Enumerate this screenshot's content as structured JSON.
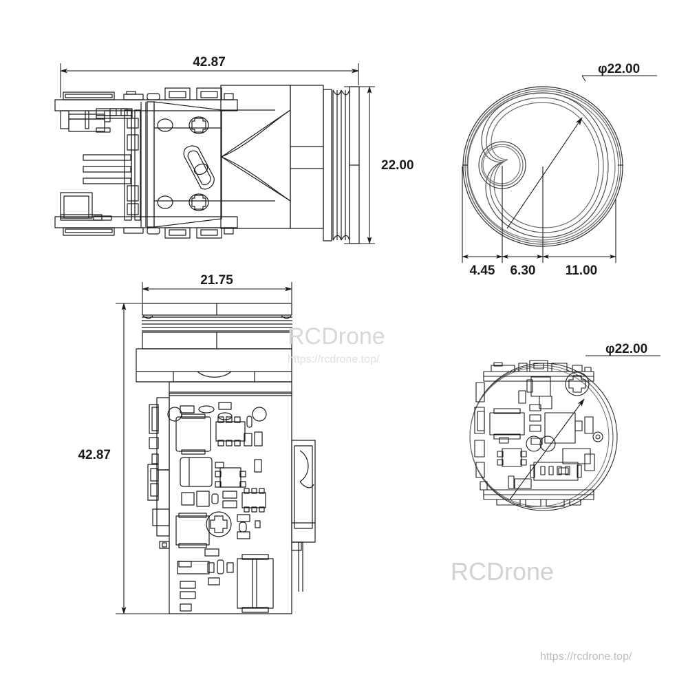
{
  "page": {
    "background_color": "#ffffff",
    "line_color": "#1a1a1a",
    "title": "Camera module mechanical drawing"
  },
  "views": {
    "top_left": {
      "name": "side-section-view",
      "dimensions": {
        "length": "42.87",
        "height": "22.00"
      }
    },
    "top_right": {
      "name": "front-lens-view",
      "dimensions": {
        "diameter": "φ22.00",
        "seg_a": "4.45",
        "seg_b": "6.30",
        "seg_c": "11.00"
      }
    },
    "bottom_left": {
      "name": "top-plan-view",
      "dimensions": {
        "width": "21.75",
        "length": "42.87"
      }
    },
    "bottom_right": {
      "name": "rear-pcb-view",
      "dimensions": {
        "diameter": "φ22.00"
      }
    }
  },
  "watermarks": {
    "brand_mid": "RCDrone",
    "url_mid": "https://rcdrone.top/",
    "brand_low": "RCDrone",
    "url_low": "https://rcdrone.top/"
  }
}
